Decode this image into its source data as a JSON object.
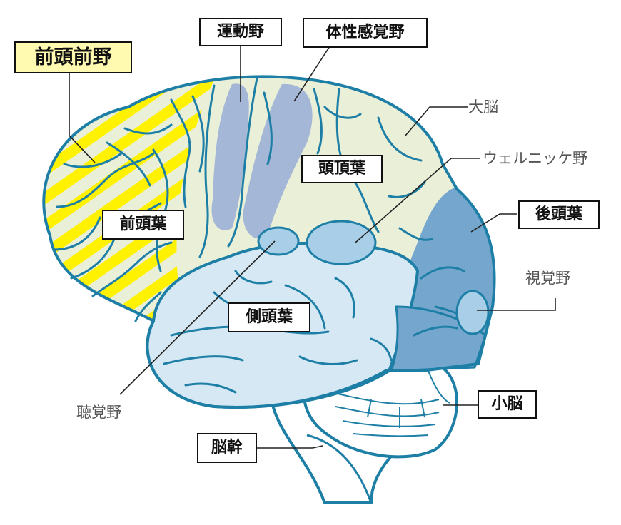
{
  "colors": {
    "outline": "#1e7fa6",
    "brain_base": "#eaefd8",
    "frontal_stripe": "#fff200",
    "motor_sensory": "#a4b7d6",
    "temporal": "#d5e8f4",
    "occipital": "#75a6cd",
    "cerebellum": "#ffffff",
    "highlight_label": "#fffab0",
    "leader_line": "#222222"
  },
  "labels": {
    "prefrontal": "前頭前野",
    "motor": "運動野",
    "somatosensory": "体性感覚野",
    "cerebrum": "大脳",
    "parietal": "頭頂葉",
    "wernicke": "ウェルニッケ野",
    "frontal": "前頭葉",
    "occipital": "後頭葉",
    "visual": "視覚野",
    "temporal": "側頭葉",
    "auditory": "聴覚野",
    "cerebellum": "小脳",
    "brainstem": "脳幹"
  }
}
